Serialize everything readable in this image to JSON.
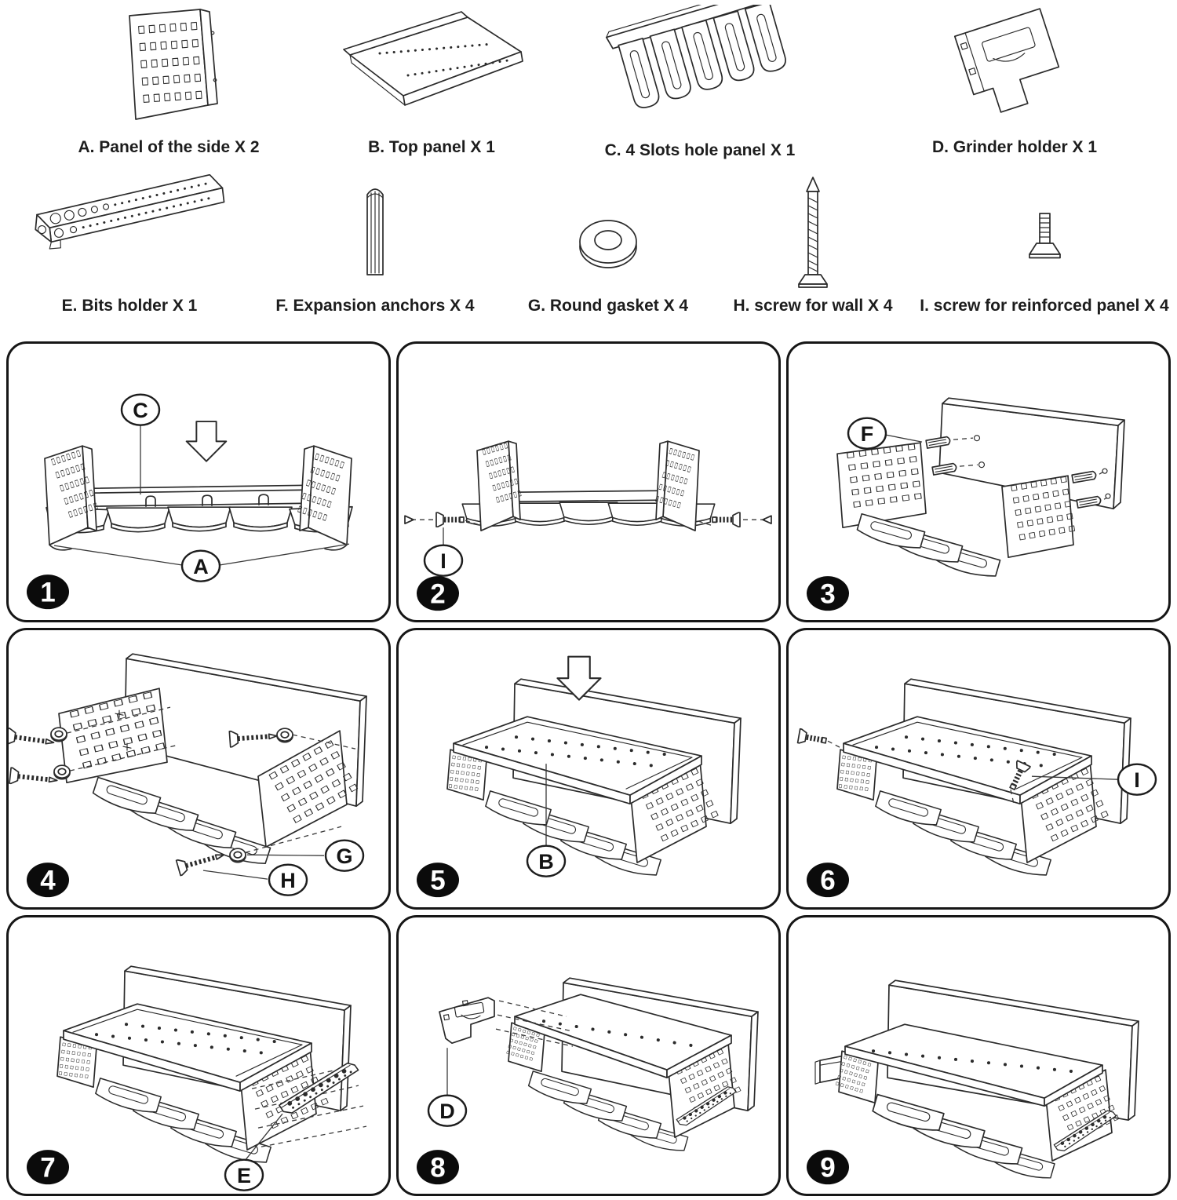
{
  "parts": [
    {
      "id": "A",
      "caption": "A. Panel of the side X 2"
    },
    {
      "id": "B",
      "caption": "B. Top panel X 1"
    },
    {
      "id": "C",
      "caption": "C. 4 Slots hole panel X 1"
    },
    {
      "id": "D",
      "caption": "D. Grinder holder X 1"
    },
    {
      "id": "E",
      "caption": "E. Bits holder X 1"
    },
    {
      "id": "F",
      "caption": "F. Expansion anchors X 4"
    },
    {
      "id": "G",
      "caption": "G. Round gasket X 4"
    },
    {
      "id": "H",
      "caption": "H. screw for wall X 4"
    },
    {
      "id": "I",
      "caption": "I. screw for reinforced panel X 4"
    }
  ],
  "steps": [
    {
      "number": "1",
      "callouts": [
        "C",
        "A"
      ]
    },
    {
      "number": "2",
      "callouts": [
        "I"
      ]
    },
    {
      "number": "3",
      "callouts": [
        "F"
      ]
    },
    {
      "number": "4",
      "callouts": [
        "G",
        "H"
      ]
    },
    {
      "number": "5",
      "callouts": [
        "B"
      ]
    },
    {
      "number": "6",
      "callouts": [
        "I"
      ]
    },
    {
      "number": "7",
      "callouts": [
        "E"
      ]
    },
    {
      "number": "8",
      "callouts": [
        "D"
      ]
    },
    {
      "number": "9",
      "callouts": []
    }
  ],
  "colors": {
    "line": "#2b2b2b",
    "text": "#1d1d1d",
    "badge_bg": "#0b0b0b",
    "badge_text": "#ffffff",
    "background": "#ffffff"
  }
}
